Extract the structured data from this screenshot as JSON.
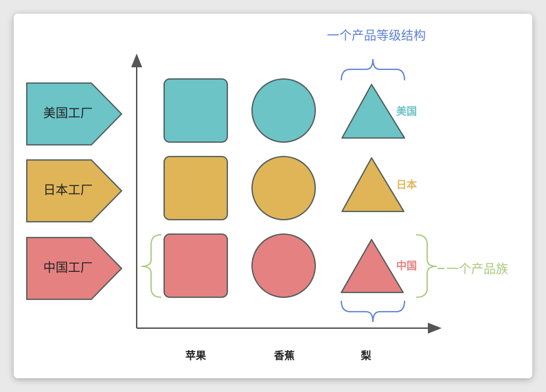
{
  "colors": {
    "teal": "#6cc4c6",
    "gold": "#e0b558",
    "pink": "#e68181",
    "stroke": "#4f5b5b",
    "blue_accent": "#5b7fd6",
    "green_accent": "#a9c97b",
    "axis": "#555555"
  },
  "factories": [
    {
      "label": "美国工厂",
      "color": "teal"
    },
    {
      "label": "日本工厂",
      "color": "gold"
    },
    {
      "label": "中国工厂",
      "color": "pink"
    }
  ],
  "row_labels": [
    "美国",
    "日本",
    "中国"
  ],
  "products": [
    "苹果",
    "香蕉",
    "梨"
  ],
  "annotations": {
    "product_level": "一个产品等级结构",
    "product_family": "一个产品族"
  }
}
